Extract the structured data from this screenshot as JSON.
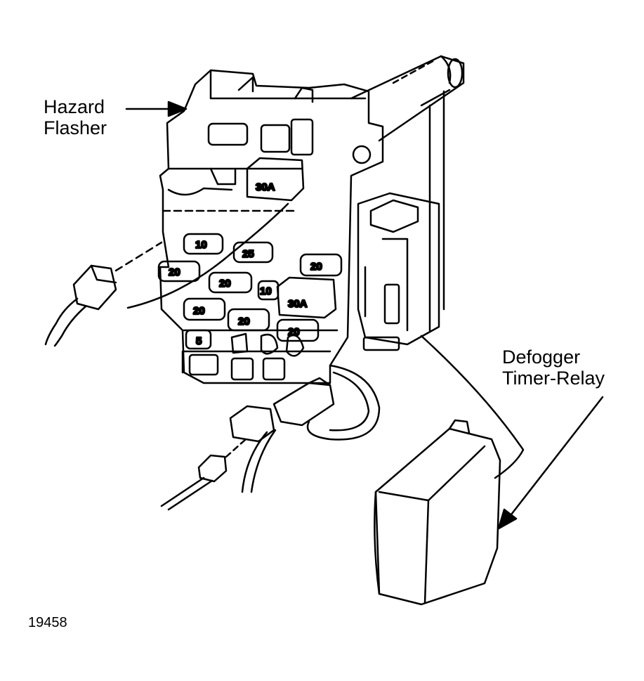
{
  "labels": {
    "hazard_flasher_line1": "Hazard",
    "hazard_flasher_line2": "Flasher",
    "defogger_line1": "Defogger",
    "defogger_line2": "Timer-Relay"
  },
  "figure_number": "19458",
  "fuses": [
    {
      "rating": "30A"
    },
    {
      "rating": "10"
    },
    {
      "rating": "25"
    },
    {
      "rating": "20"
    },
    {
      "rating": "20"
    },
    {
      "rating": "20"
    },
    {
      "rating": "10"
    },
    {
      "rating": "30A"
    },
    {
      "rating": "20"
    },
    {
      "rating": "20"
    },
    {
      "rating": "20"
    },
    {
      "rating": "5"
    }
  ]
}
